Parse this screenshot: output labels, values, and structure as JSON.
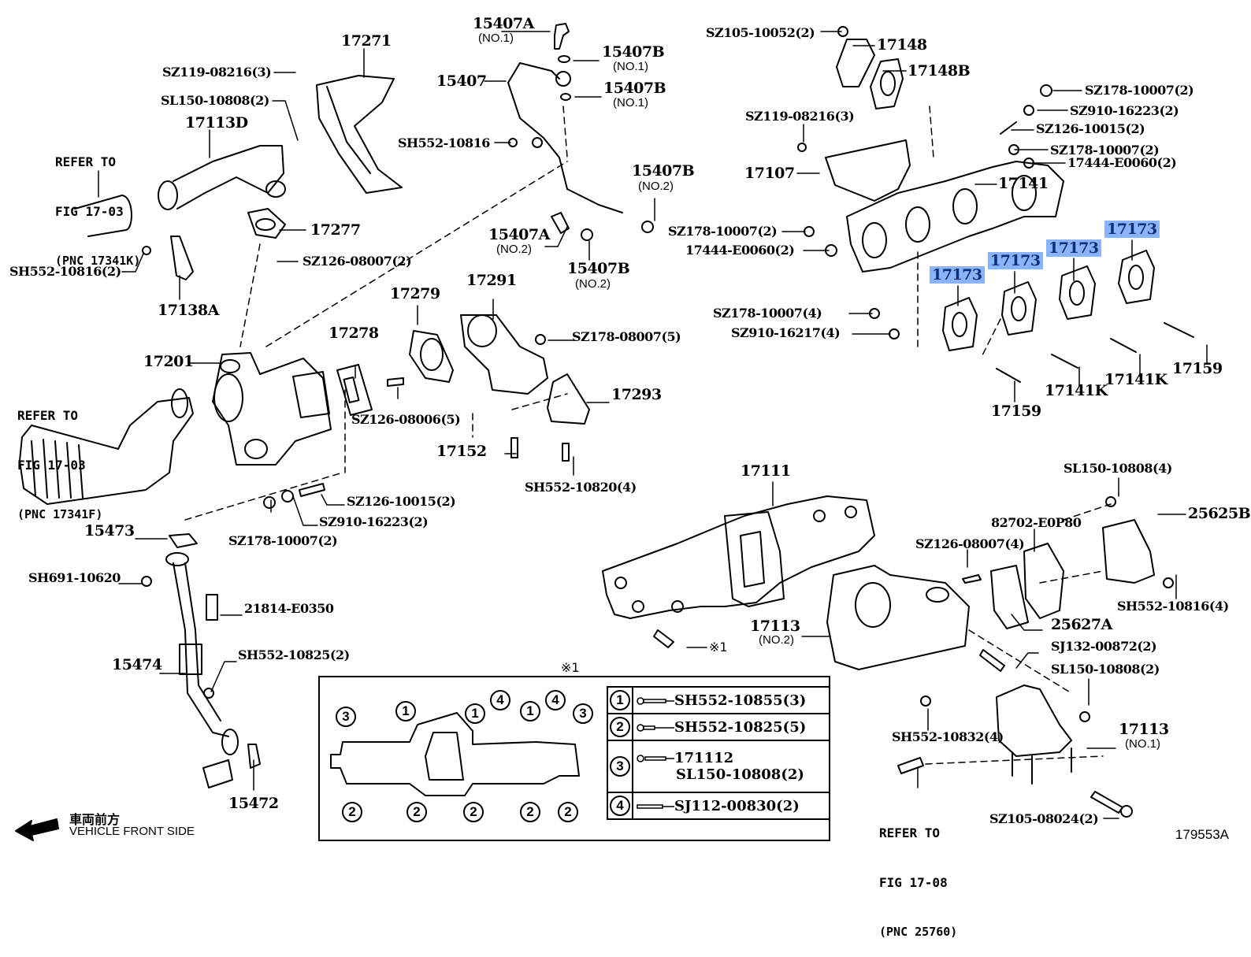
{
  "diagram": {
    "id": "179553A",
    "highlight_color": "#8ab4f8",
    "front_indicator": {
      "jp": "車両前方",
      "en": "VEHICLE FRONT SIDE",
      "icon": "arrow-left-icon"
    }
  },
  "refer_notes": [
    {
      "line1": "REFER TO",
      "line2": "FIG 17-03",
      "line3": "(PNC 17341K)"
    },
    {
      "line1": "REFER TO",
      "line2": "FIG 17-03",
      "line3": "(PNC 17341F)"
    },
    {
      "line1": "REFER TO",
      "line2": "FIG 17-08",
      "line3": "(PNC 25760)"
    }
  ],
  "parts": {
    "p17271": "17271",
    "sz119_a": "SZ119-08216(3)",
    "sl150_a": "SL150-10808(2)",
    "p17113d": "17113D",
    "p17277": "17277",
    "sz126_08007a": "SZ126-08007(2)",
    "sh552_10816a": "SH552-10816(2)",
    "p17138a": "17138A",
    "p15407a1": "15407A",
    "p15407a1_sub": "(NO.1)",
    "p15407b1a": "15407B",
    "p15407b1a_sub": "(NO.1)",
    "p15407": "15407",
    "p15407b1b": "15407B",
    "p15407b1b_sub": "(NO.1)",
    "sh552_10816": "SH552-10816",
    "p15407b2a": "15407B",
    "p15407b2a_sub": "(NO.2)",
    "p15407a2": "15407A",
    "p15407a2_sub": "(NO.2)",
    "p15407b2b": "15407B",
    "p15407b2b_sub": "(NO.2)",
    "sz105_10052": "SZ105-10052(2)",
    "p17148": "17148",
    "p17148b": "17148B",
    "sz178_10007a": "SZ178-10007(2)",
    "sz910_16223a": "SZ910-16223(2)",
    "sz119_b": "SZ119-08216(3)",
    "sz126_10015a": "SZ126-10015(2)",
    "sz178_10007b": "SZ178-10007(2)",
    "p17444a": "17444-E0060(2)",
    "p17107": "17107",
    "p17141": "17141",
    "sz178_10007c": "SZ178-10007(2)",
    "p17444b": "17444-E0060(2)",
    "sz178_10007d": "SZ178-10007(4)",
    "sz910_16217": "SZ910-16217(4)",
    "p17173": [
      "17173",
      "17173",
      "17173",
      "17173"
    ],
    "p17159a": "17159",
    "p17141k_a": "17141K",
    "p17141k_b": "17141K",
    "p17159b": "17159",
    "p17201": "17201",
    "p17278": "17278",
    "p17279": "17279",
    "p17291": "17291",
    "sz178_08007": "SZ178-08007(5)",
    "p17293": "17293",
    "sz126_08006": "SZ126-08006(5)",
    "p17152": "17152",
    "sh552_10820": "SH552-10820(4)",
    "sz126_10015b": "SZ126-10015(2)",
    "sz910_16223b": "SZ910-16223(2)",
    "sz178_10007e": "SZ178-10007(2)",
    "p15473": "15473",
    "sh691_10620": "SH691-10620",
    "p21814": "21814-E0350",
    "p15474": "15474",
    "sh552_10825": "SH552-10825(2)",
    "p15472": "15472",
    "p17111": "17111",
    "p17113_no2": "17113",
    "p17113_no2_sub": "(NO.2)",
    "star_ref": "※1",
    "sl150_10808_4": "SL150-10808(4)",
    "p82702": "82702-E0P80",
    "p25625b": "25625B",
    "sz126_08007b": "SZ126-08007(4)",
    "sh552_10816_4": "SH552-10816(4)",
    "p25627a": "25627A",
    "sj132": "SJ132-00872(2)",
    "sl150_10808_2b": "SL150-10808(2)",
    "sh552_10832": "SH552-10832(4)",
    "p17113_no1": "17113",
    "p17113_no1_sub": "(NO.1)",
    "sz105_08024": "SZ105-08024(2)"
  },
  "inset": {
    "title": "※1",
    "callouts_top": [
      "3",
      "1",
      "1",
      "4",
      "1",
      "4",
      "3"
    ],
    "callouts_bottom": [
      "2",
      "2",
      "2",
      "2",
      "2"
    ],
    "legend": [
      {
        "num": "1",
        "part": "SH552-10855(3)"
      },
      {
        "num": "2",
        "part": "SH552-10825(5)"
      },
      {
        "num": "3",
        "part": "171112",
        "part2": "SL150-10808(2)"
      },
      {
        "num": "4",
        "part": "SJ112-00830(2)"
      }
    ]
  }
}
